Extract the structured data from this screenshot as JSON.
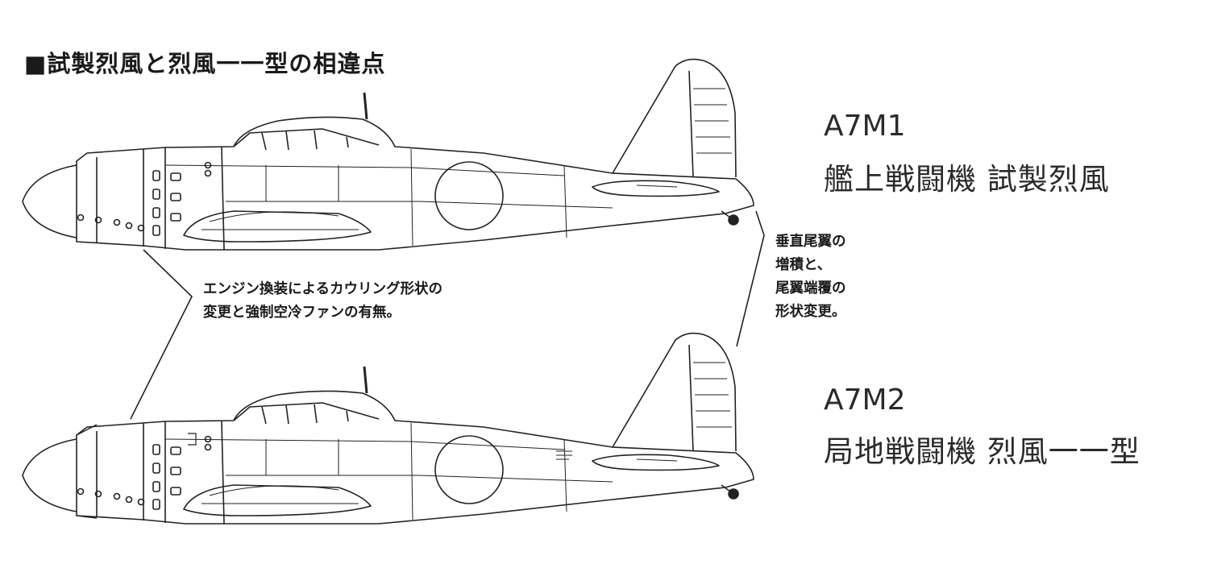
{
  "heading": "■試製烈風と烈風一一型の相違点",
  "aircraft": [
    {
      "code": "A7M1",
      "name": "艦上戦闘機 試製烈風"
    },
    {
      "code": "A7M2",
      "name": "局地戦闘機 烈風一一型"
    }
  ],
  "notes": {
    "cowling": [
      "エンジン換装によるカウリング形状の",
      "変更と強制空冷ファンの有無。"
    ],
    "tail": [
      "垂直尾翼の",
      "増積と、",
      "尾翼端覆の",
      "形状変更。"
    ]
  }
}
